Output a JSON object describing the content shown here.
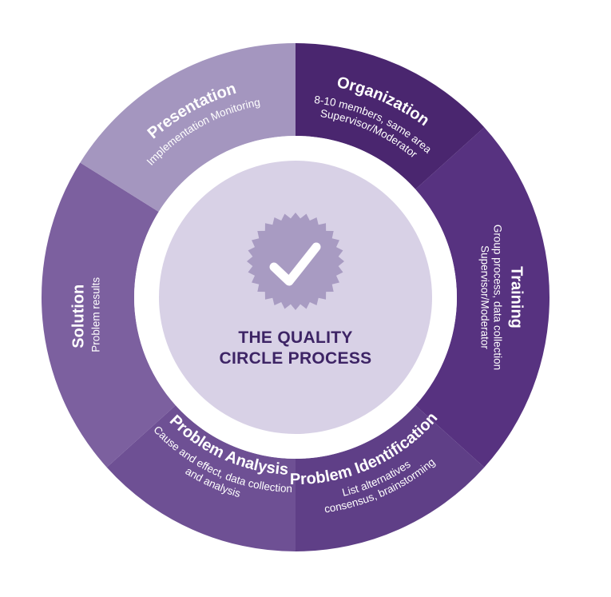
{
  "center": {
    "title_line1": "THE QUALITY",
    "title_line2": "CIRCLE PROCESS",
    "badge_icon": "checkmark-badge-icon"
  },
  "segments": [
    {
      "key": "organization",
      "title": "Organization",
      "lines": [
        "8-10 members, same area",
        "Supervisor/Moderator"
      ],
      "color": "#4a266f"
    },
    {
      "key": "training",
      "title": "Training",
      "lines": [
        "Group process, data collection",
        "Supervisor/Moderator"
      ],
      "color": "#573280"
    },
    {
      "key": "problem-identification",
      "title": "Problem Identification",
      "lines": [
        "List alternatives",
        "consensus, brainstorming"
      ],
      "color": "#5f3f87"
    },
    {
      "key": "problem-analysis",
      "title": "Problem Analysis",
      "lines": [
        "Cause and effect, data collection",
        "and analysis"
      ],
      "color": "#6e5094"
    },
    {
      "key": "solution",
      "title": "Solution",
      "lines": [
        "Problem results"
      ],
      "color": "#7c609f"
    },
    {
      "key": "presentation",
      "title": "Presentation",
      "lines": [
        "Implementation Monitoring"
      ],
      "color": "#a496bf"
    }
  ],
  "colors": {
    "white_ring": "#ffffff",
    "inner_circle": "#d8d1e6",
    "badge": "#a89bc2",
    "check": "#ffffff",
    "center_text": "#3d2465"
  }
}
